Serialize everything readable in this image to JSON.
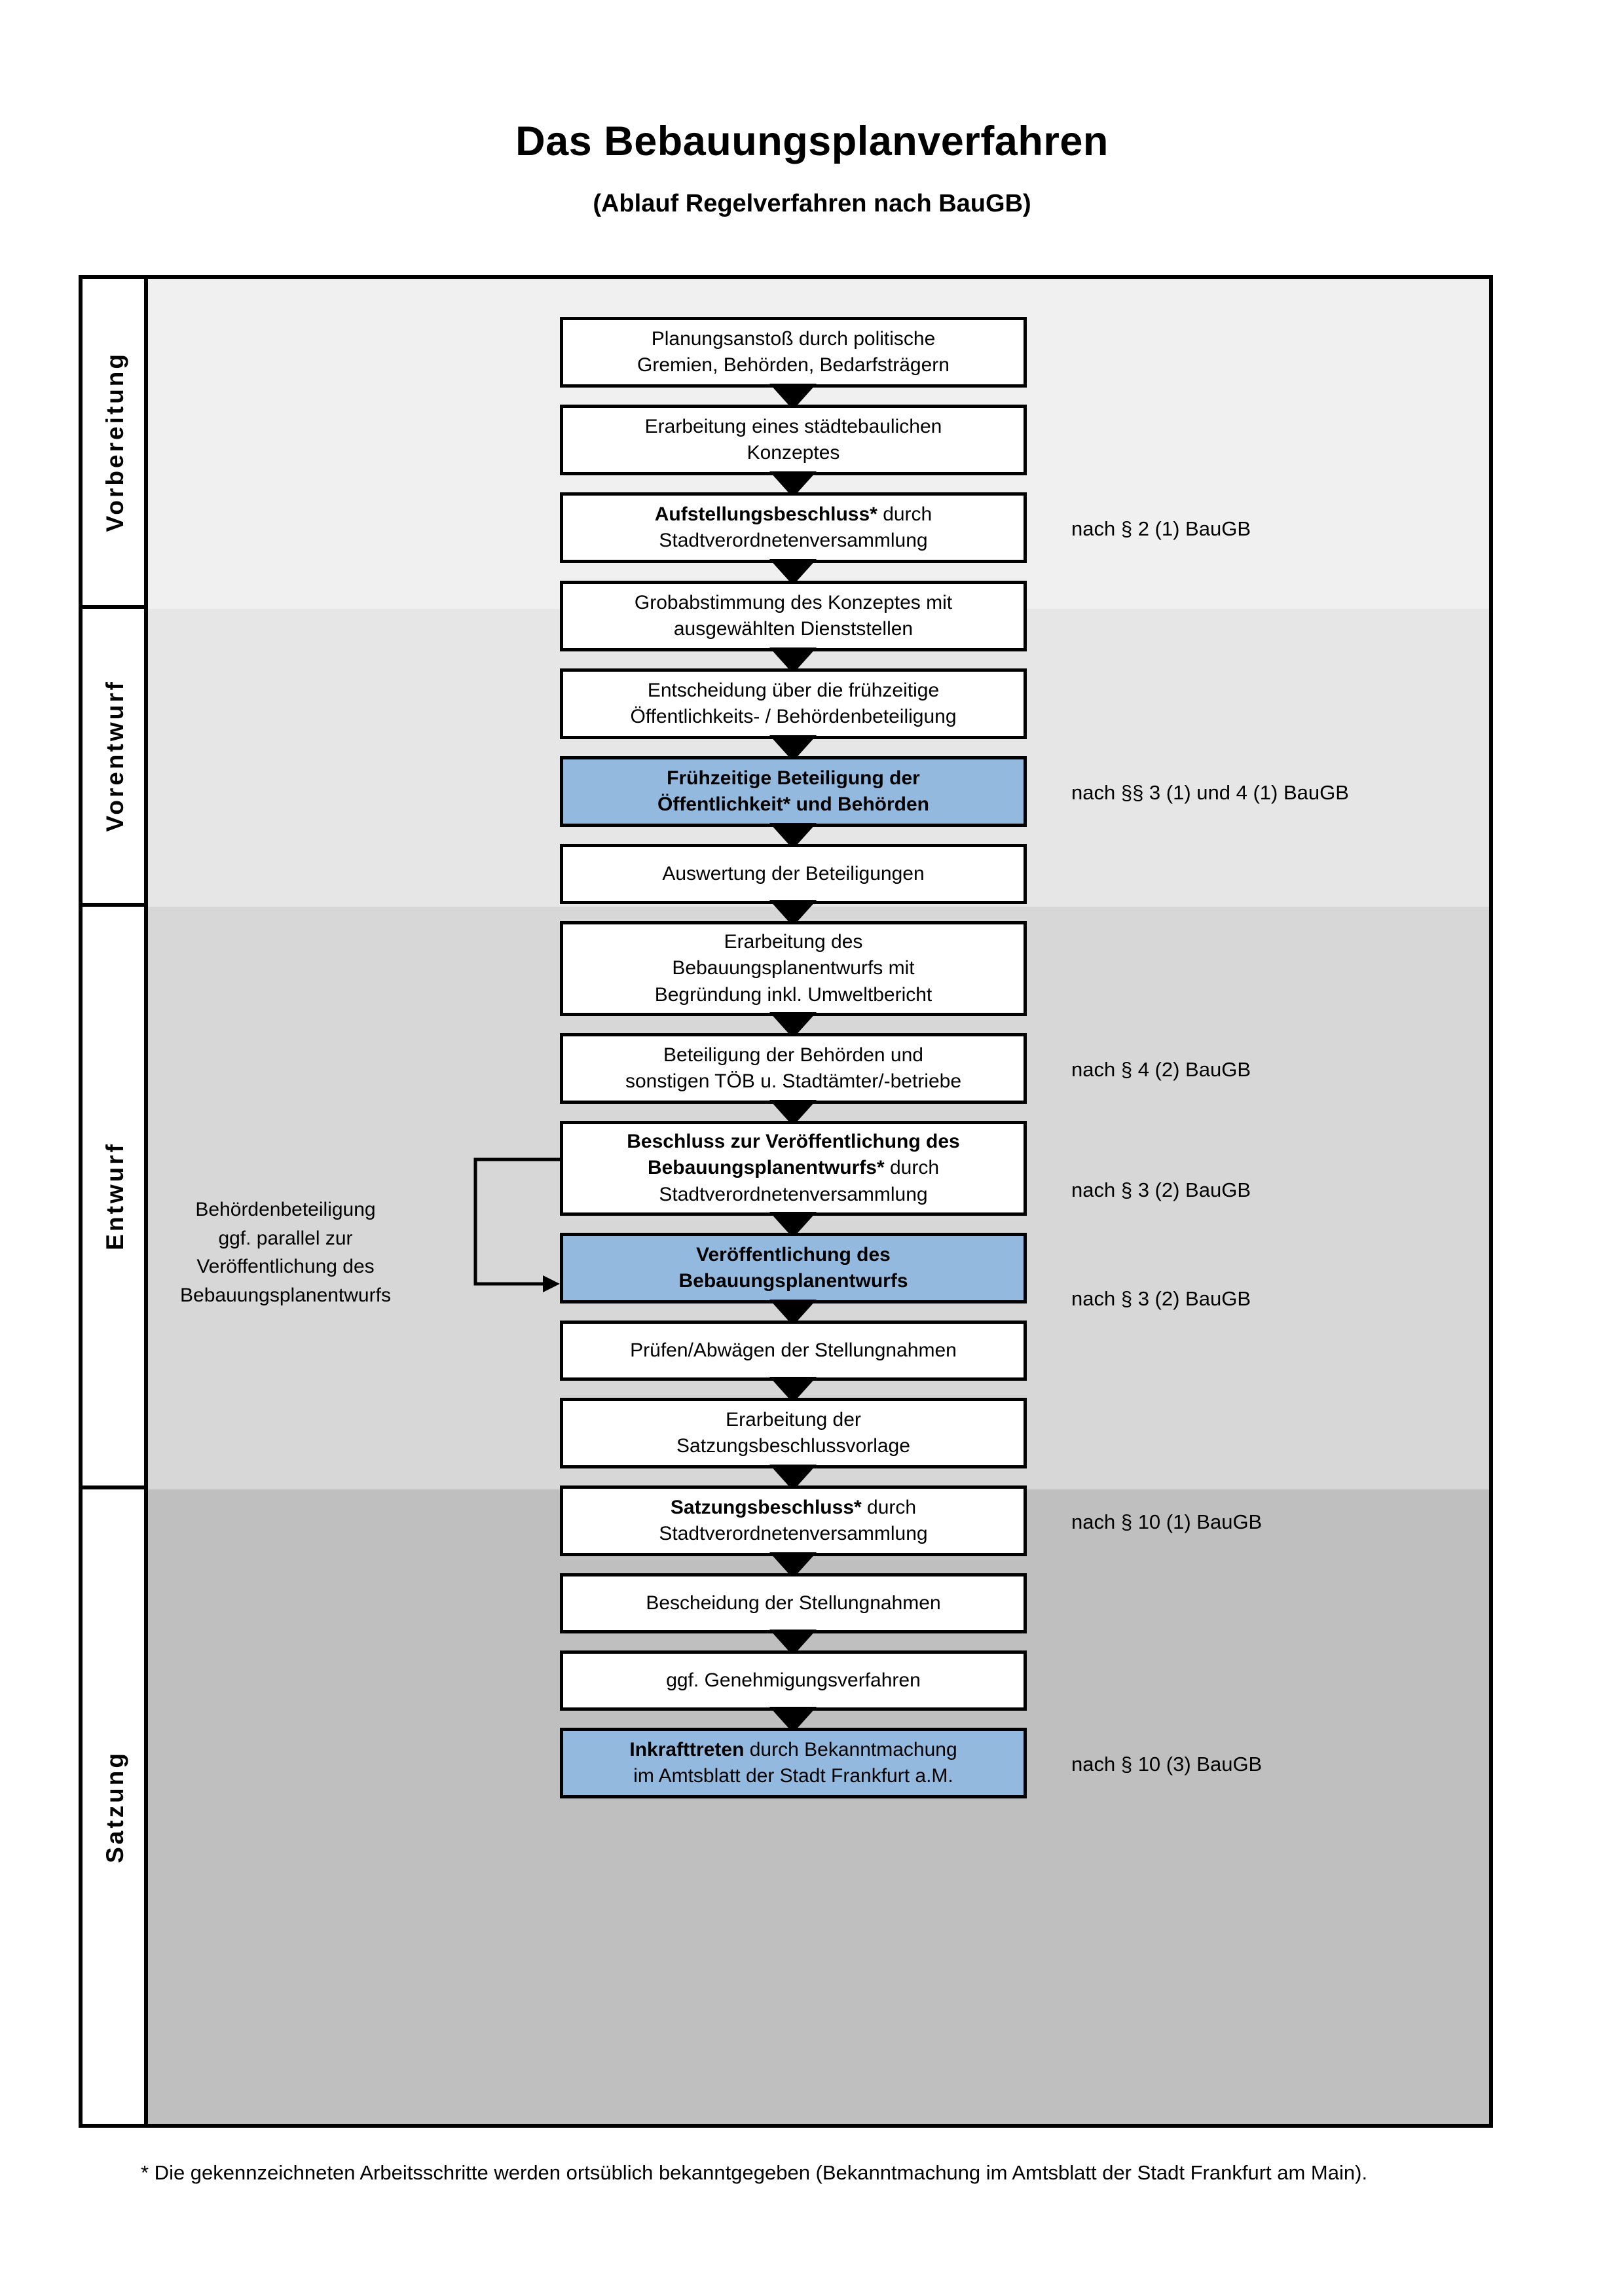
{
  "title": {
    "main": "Das Bebauungsplanverfahren",
    "sub": "(Ablauf Regelverfahren nach BauGB)"
  },
  "phases": [
    {
      "label": "Vorbereitung",
      "bg": "#f0f0f0"
    },
    {
      "label": "Vorentwurf",
      "bg": "#e6e6e6"
    },
    {
      "label": "Entwurf",
      "bg": "#d7d7d7"
    },
    {
      "label": "Satzung",
      "bg": "#bfbfbf"
    }
  ],
  "steps": [
    {
      "line1": "Planungsanstoß durch politische",
      "line2": "Gremien, Behörden, Bedarfsträgern",
      "bold": "",
      "highlight": false
    },
    {
      "line1": "Erarbeitung eines städtebaulichen",
      "line2": "Konzeptes",
      "bold": "",
      "highlight": false
    },
    {
      "line1": "Aufstellungsbeschluss* durch",
      "line2": "Stadtverordnetenversammlung",
      "bold": "Aufstellungsbeschluss*",
      "highlight": false
    },
    {
      "line1": "Grobabstimmung des Konzeptes mit",
      "line2": "ausgewählten Dienststellen",
      "bold": "",
      "highlight": false
    },
    {
      "line1": "Entscheidung über die frühzeitige",
      "line2": "Öffentlichkeits- / Behördenbeteiligung",
      "bold": "",
      "highlight": false
    },
    {
      "line1": "Frühzeitige Beteiligung der",
      "line2": "Öffentlichkeit* und Behörden",
      "bold": "all",
      "highlight": true
    },
    {
      "line1": "Auswertung der Beteiligungen",
      "line2": "",
      "bold": "",
      "highlight": false
    },
    {
      "line1": "Erarbeitung des",
      "line2": "Bebauungsplanentwurfs mit",
      "line3": "Begründung inkl. Umweltbericht",
      "bold": "",
      "highlight": false
    },
    {
      "line1": "Beteiligung der Behörden und",
      "line2": "sonstigen TÖB u. Stadtämter/-betriebe",
      "bold": "",
      "highlight": false
    },
    {
      "line1": "Beschluss zur Veröffentlichung des",
      "line2": "Bebauungsplanentwurfs* durch",
      "line3": "Stadtverordnetenversammlung",
      "bold": "Beschluss zur Veröffentlichung des Bebauungsplanentwurfs*",
      "highlight": false
    },
    {
      "line1": "Veröffentlichung des",
      "line2": "Bebauungsplanentwurfs",
      "bold": "all",
      "highlight": true
    },
    {
      "line1": "Prüfen/Abwägen der Stellungnahmen",
      "line2": "",
      "bold": "",
      "highlight": false
    },
    {
      "line1": "Erarbeitung der",
      "line2": "Satzungsbeschlussvorlage",
      "bold": "",
      "highlight": false
    },
    {
      "line1": "Satzungsbeschluss* durch",
      "line2": "Stadtverordnetenversammlung",
      "bold": "Satzungsbeschluss*",
      "highlight": false
    },
    {
      "line1": "Bescheidung der Stellungnahmen",
      "line2": "",
      "bold": "",
      "highlight": false
    },
    {
      "line1": "ggf. Genehmigungsverfahren",
      "line2": "",
      "bold": "",
      "highlight": false
    },
    {
      "line1": "Inkrafttreten durch Bekanntmachung",
      "line2": "im Amtsblatt der Stadt Frankfurt a.M.",
      "bold": "Inkrafttreten",
      "highlight": true
    }
  ],
  "legal_refs": [
    {
      "text": "nach § 2 (1) BauGB"
    },
    {
      "text": "nach §§ 3 (1) und 4 (1) BauGB"
    },
    {
      "text": "nach § 4 (2) BauGB"
    },
    {
      "text": "nach § 3 (2) BauGB"
    },
    {
      "text": "nach § 3 (2) BauGB"
    },
    {
      "text": "nach § 10 (1) BauGB"
    },
    {
      "text": "nach § 10 (3) BauGB"
    }
  ],
  "side_note": {
    "l1": "Behördenbeteiligung",
    "l2": "ggf. parallel zur",
    "l3": "Veröffentlichung des",
    "l4": "Bebauungsplanentwurfs"
  },
  "footnote": "* Die gekennzeichneten Arbeitsschritte werden ortsüblich bekanntgegeben (Bekanntmachung im Amtsblatt  der Stadt Frankfurt am Main).",
  "colors": {
    "highlight_blue": "#94b9de",
    "stroke": "#000000"
  }
}
